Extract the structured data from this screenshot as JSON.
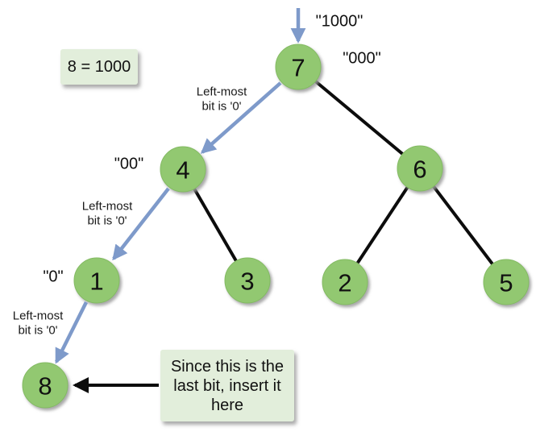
{
  "legend": {
    "text": "8 = 1000"
  },
  "incoming_key": {
    "label": "\"1000\""
  },
  "tree": {
    "nodes": [
      {
        "value": "7",
        "bits": "\"000\""
      },
      {
        "value": "4",
        "bits": "\"00\""
      },
      {
        "value": "6"
      },
      {
        "value": "1",
        "bits": "\"0\""
      },
      {
        "value": "3"
      },
      {
        "value": "2"
      },
      {
        "value": "5"
      },
      {
        "value": "8"
      }
    ],
    "black_edges": [
      [
        "7",
        "6"
      ],
      [
        "4",
        "3"
      ],
      [
        "6",
        "2"
      ],
      [
        "6",
        "5"
      ]
    ],
    "insertion_path": [
      "7",
      "4",
      "1",
      "8"
    ]
  },
  "step_labels": [
    {
      "line1": "Left-most",
      "line2": "bit is '0'"
    },
    {
      "line1": "Left-most",
      "line2": "bit is '0'"
    },
    {
      "line1": "Left-most",
      "line2": "bit is '0'"
    }
  ],
  "callout": {
    "lines": [
      "Since this is the",
      "last bit, insert it",
      "here"
    ]
  },
  "colors": {
    "node_fill": "#92c871",
    "node_border": "#83ba62",
    "path_arrow_blue": "#7e9aca",
    "edge_black": "#0c0c0c",
    "box_fill": "#e2eedb"
  }
}
